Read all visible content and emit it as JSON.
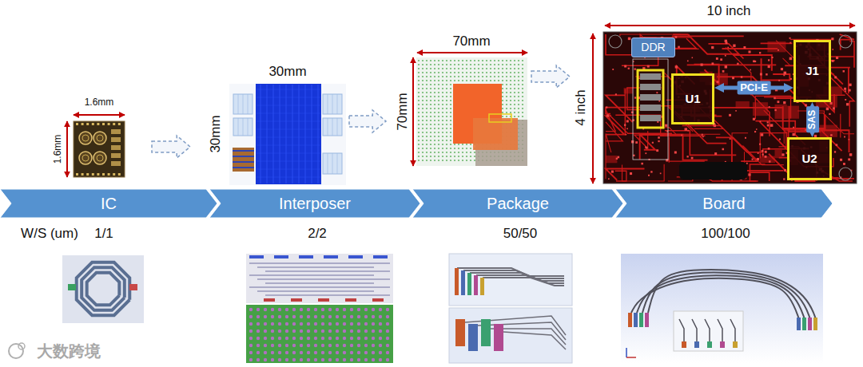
{
  "diagram": {
    "nodes": [
      {
        "text": [
          "DDR"
        ]
      },
      {
        "text": [
          "U1"
        ]
      },
      {
        "text": [
          "J1"
        ]
      },
      {
        "text": [
          "U2"
        ]
      },
      {
        "text": [
          "IC"
        ]
      },
      {
        "text": [
          "Interposer"
        ]
      },
      {
        "text": [
          "Package"
        ]
      },
      {
        "text": [
          "Board"
        ]
      }
    ],
    "edges": [
      {
        "from": 1,
        "to": 2,
        "label": "PCI-E",
        "arrow": "both"
      },
      {
        "from": 2,
        "to": 3,
        "label": "SAS",
        "arrow": "both"
      }
    ],
    "labels": [
      "1.6mm",
      "1.6mm",
      "30mm",
      "30mm",
      "70mm",
      "70mm",
      "10 inch",
      "4 inch",
      "W/S (um)",
      "1/1",
      "2/2",
      "50/50",
      "100/100",
      "大数跨境"
    ]
  }
}
